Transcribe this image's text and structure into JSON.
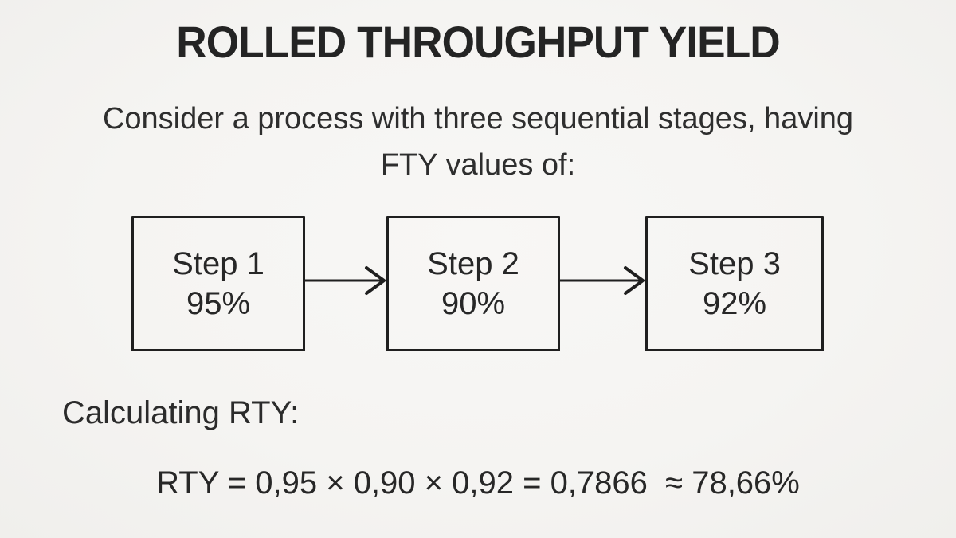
{
  "slide": {
    "title": "ROLLED THROUGHPUT YIELD",
    "subtitle_line1": "Consider a process with three sequential stages, having",
    "subtitle_line2": "FTY values of:",
    "calculation_heading": "Calculating RTY:",
    "formula": "RTY = 0,95 × 0,90 × 0,92 = 0,7866  ≈ 78,66%",
    "colors": {
      "background": "#f5f4f2",
      "text": "#2b2b2b",
      "box_border": "#1f1f1f"
    }
  },
  "diagram": {
    "steps": [
      {
        "label": "Step 1",
        "value": "95%"
      },
      {
        "label": "Step 2",
        "value": "90%"
      },
      {
        "label": "Step 3",
        "value": "92%"
      }
    ]
  }
}
